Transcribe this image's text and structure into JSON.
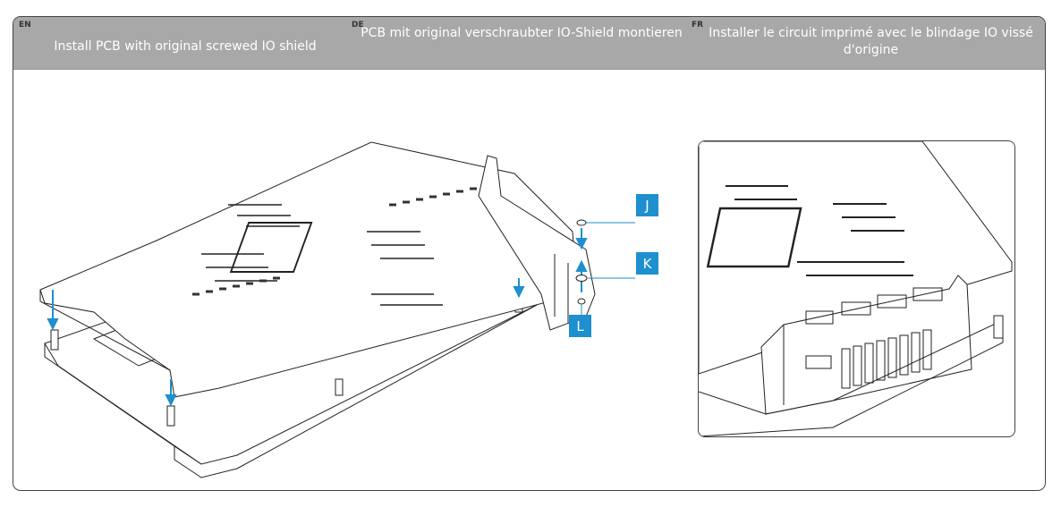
{
  "header": {
    "columns": [
      {
        "lang": "EN",
        "title": "Install PCB with original screwed IO shield"
      },
      {
        "lang": "DE",
        "title": "PCB mit original verschraubter IO-Shield montieren"
      },
      {
        "lang": "FR",
        "title": "Installer le circuit imprimé avec le blindage IO vissé d'origine"
      }
    ]
  },
  "callouts": {
    "j": "J",
    "k": "K",
    "l": "L"
  },
  "colors": {
    "header_bg": "#a8a8a8",
    "callout_bg": "#1e8fcf",
    "arrow": "#1e8fcf"
  }
}
